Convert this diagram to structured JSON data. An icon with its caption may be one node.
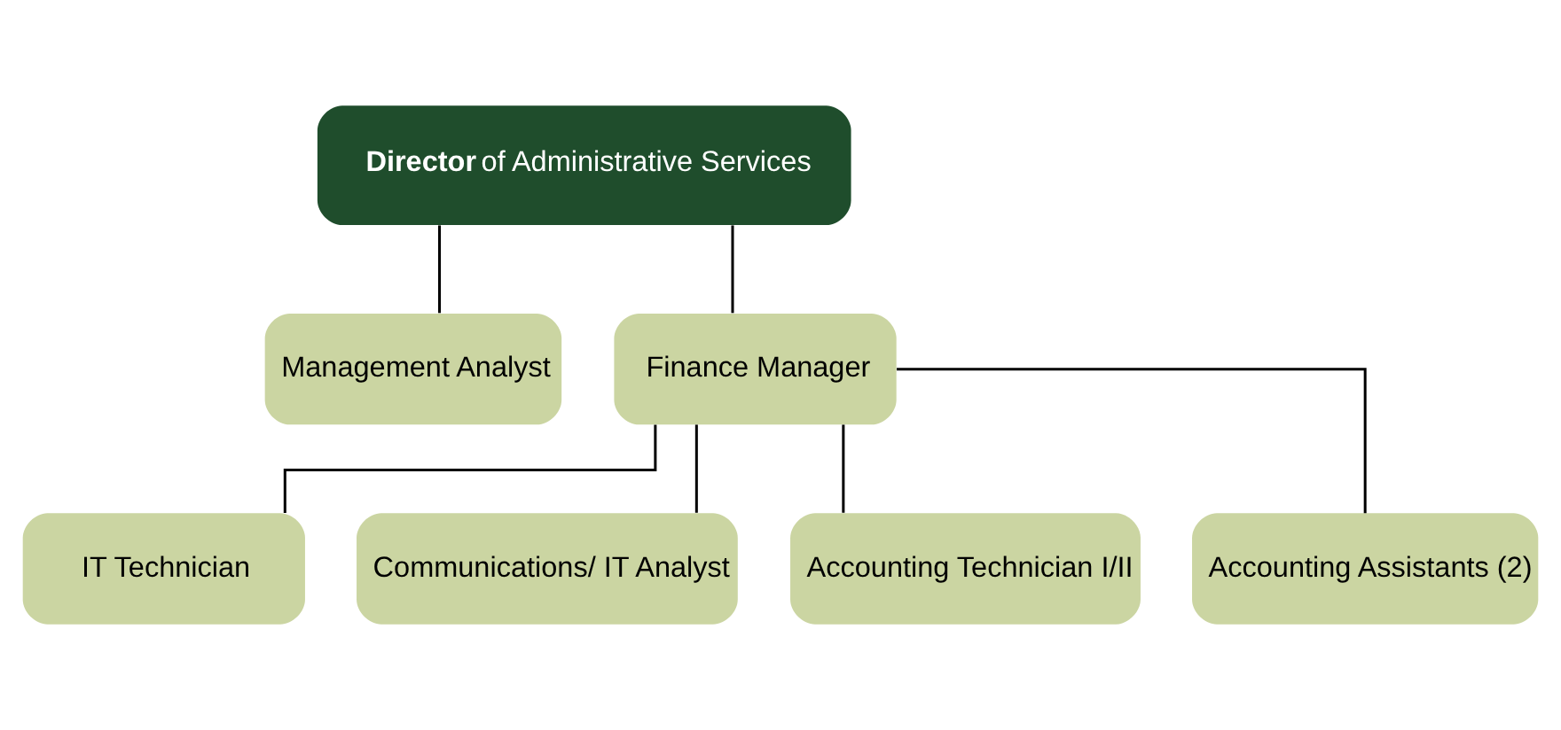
{
  "diagram": {
    "nodes": [
      {
        "text": [
          "**Director** of Administrative Services"
        ]
      },
      {
        "text": [
          "Management Analyst"
        ]
      },
      {
        "text": [
          "Finance Manager"
        ]
      },
      {
        "text": [
          "IT Technician"
        ]
      },
      {
        "text": [
          "Communications/ IT Analyst"
        ]
      },
      {
        "text": [
          "Accounting Technician I/II"
        ]
      },
      {
        "text": [
          "Accounting Assistants (2)"
        ]
      }
    ],
    "edges": [
      {
        "from": 0,
        "to": 1,
        "arrow": "none"
      },
      {
        "from": 0,
        "to": 2,
        "arrow": "none"
      },
      {
        "from": 2,
        "to": 3,
        "arrow": "none"
      },
      {
        "from": 2,
        "to": 4,
        "arrow": "none"
      },
      {
        "from": 2,
        "to": 5,
        "arrow": "none"
      },
      {
        "from": 2,
        "to": 6,
        "arrow": "none"
      }
    ]
  }
}
